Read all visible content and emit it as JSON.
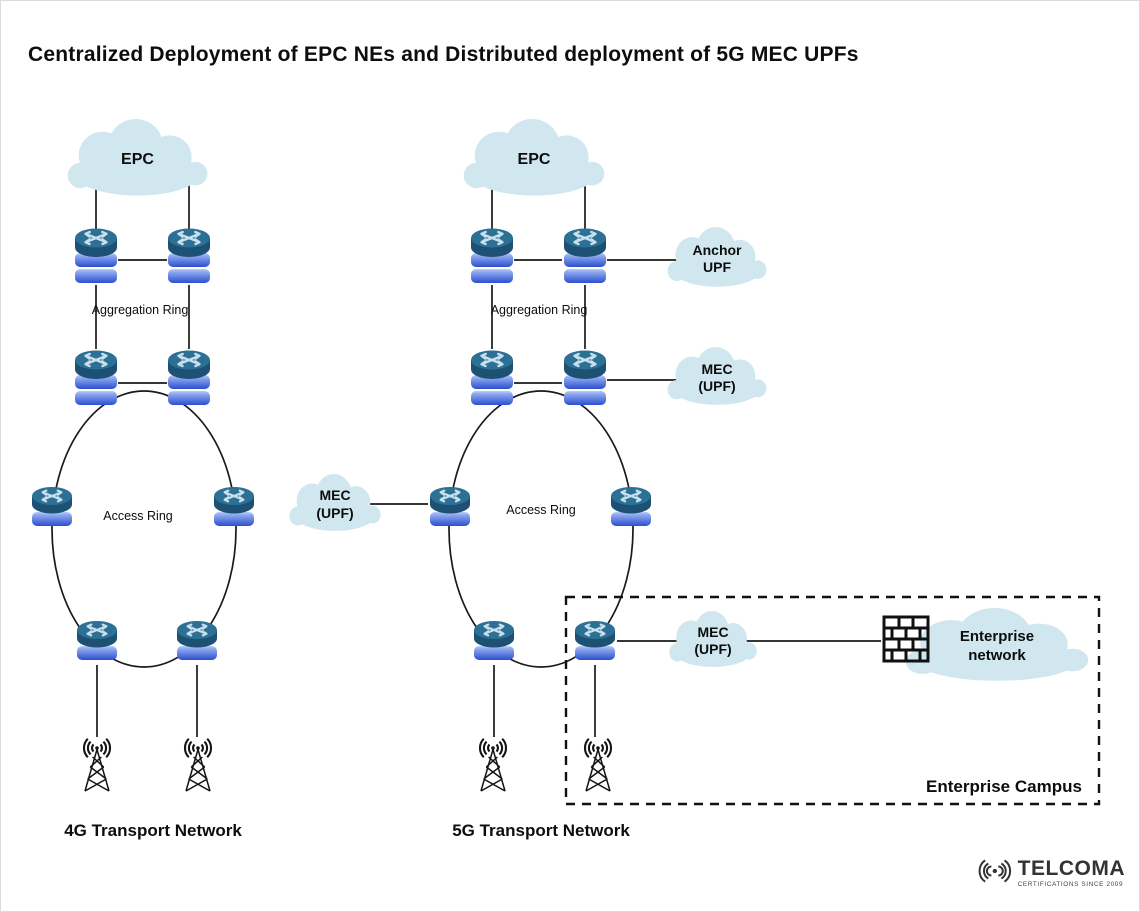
{
  "title": "Centralized Deployment of EPC NEs and Distributed deployment of 5G MEC UPFs",
  "colors": {
    "cloud_fill": "#d0e7ef",
    "line": "#1a1a1a",
    "router_top_face": "#2d7095",
    "router_top_side": "#1c5173",
    "router_band_light": "#8ca7ef",
    "router_band_dark": "#2c4fcf",
    "dashed_border": "#111111",
    "logo_text": "#333333"
  },
  "icons": {
    "router": "router-icon",
    "cell_tower": "cell-tower-icon",
    "firewall": "firewall-icon",
    "cloud": "cloud-shape",
    "radio_waves": "radio-waves-icon"
  },
  "network_4g": {
    "epc": "EPC",
    "aggregation_ring": "Aggregation Ring",
    "access_ring": "Access Ring",
    "caption": "4G Transport Network"
  },
  "network_5g": {
    "epc": "EPC",
    "anchor_upf": "Anchor UPF",
    "mec_upf_aggregation": "MEC (UPF)",
    "mec_upf_access": "MEC (UPF)",
    "mec_upf_campus": "MEC (UPF)",
    "aggregation_ring": "Aggregation Ring",
    "access_ring": "Access Ring",
    "enterprise_network": "Enterprise network",
    "enterprise_campus": "Enterprise Campus",
    "caption": "5G Transport Network"
  },
  "logo": {
    "brand": "TELCOMA",
    "tagline": "CERTIFICATIONS SINCE 2009"
  }
}
